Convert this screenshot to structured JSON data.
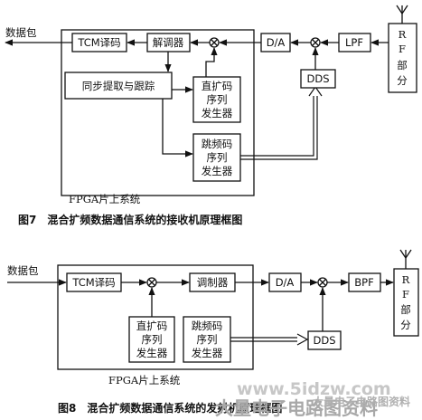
{
  "figure7": {
    "output_label": "数据包",
    "tcm": "TCM译码",
    "demod": "解调器",
    "sync": "同步提取与跟踪",
    "dsss_1": "直扩码",
    "dsss_2": "序列",
    "dsss_3": "发生器",
    "fh_1": "跳频码",
    "fh_2": "序列",
    "fh_3": "发生器",
    "da": "D/A",
    "dds": "DDS",
    "filter": "LPF",
    "rf_1": "R",
    "rf_2": "F",
    "rf_3": "部",
    "rf_4": "分",
    "fpga_label": "FPGA片上系统",
    "caption": "图7　混合扩频数据通信系统的接收机原理框图"
  },
  "figure8": {
    "input_label": "数据包",
    "tcm": "TCM译码",
    "modulator": "调制器",
    "dsss_1": "直扩码",
    "dsss_2": "序列",
    "dsss_3": "发生器",
    "fh_1": "跳频码",
    "fh_2": "序列",
    "fh_3": "发生器",
    "da": "D/A",
    "dds": "DDS",
    "filter": "BPF",
    "rf_1": "R",
    "rf_2": "F",
    "rf_3": "部",
    "rf_4": "分",
    "fpga_label": "FPGA片上系统",
    "caption": "图8　混合扩频数据通信系统的发射机原理框图"
  },
  "watermark": {
    "url": "www.5idzw.com",
    "brand": "大量电子电路图资料",
    "brand_small": "大量电子电路图资料"
  }
}
